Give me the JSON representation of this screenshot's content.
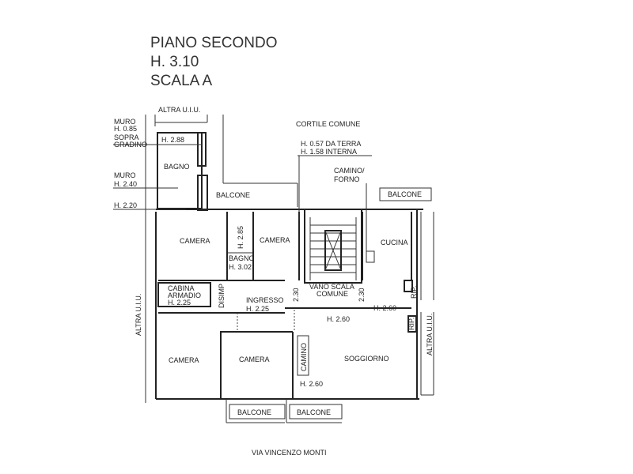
{
  "header": {
    "floor": "PIANO SECONDO",
    "height": "H. 3.10",
    "stair": "SCALA A"
  },
  "labels": {
    "altra_top": "ALTRA U.I.U.",
    "altra_left": "ALTRA U.I.U.",
    "altra_right": "ALTRA U.I.U.",
    "muro1_a": "MURO",
    "muro1_b": "H. 0.85",
    "sopra_a": "SOPRA",
    "sopra_b": "GRADINO",
    "muro2_a": "MURO",
    "muro2_b": "H. 2.40",
    "h220": "H. 2.20",
    "h288": "H. 2.88",
    "cortile": "CORTILE COMUNE",
    "da_terra": "H. 0.57 DA TERRA",
    "interna": "H. 1.58 INTERNA",
    "camino_forno_a": "CAMINO/",
    "camino_forno_b": "FORNO",
    "balcone_top_left": "BALCONE",
    "balcone_top_right": "BALCONE",
    "bagno_top": "BAGNO",
    "camera_1": "CAMERA",
    "h285": "H. 2.85",
    "bagno_small": "BAGNO",
    "h302": "H. 3.02",
    "camera_2": "CAMERA",
    "cucina": "CUCINA",
    "cabina_a": "CABINA",
    "cabina_b": "ARMADIO",
    "h225_cab": "H. 2.25",
    "disimp": "DISIMP",
    "ingresso": "INGRESSO",
    "h225_ing": "H. 2.25",
    "h230_l": "2.30",
    "vano_a": "VANO SCALA",
    "vano_b": "COMUNE",
    "h230_r": "2.30",
    "rip_1": "RIP.",
    "rip_2": "RIP.",
    "h260_a": "H. 2.60",
    "h260_b": "H. 2.60",
    "h260_c": "H. 2.60",
    "camera_3": "CAMERA",
    "camera_4": "CAMERA",
    "camino": "CAMINO",
    "soggiorno": "SOGGIORNO",
    "balcone_bottom_left": "BALCONE",
    "balcone_bottom_right": "BALCONE",
    "street": "VIA VINCENZO MONTI"
  }
}
